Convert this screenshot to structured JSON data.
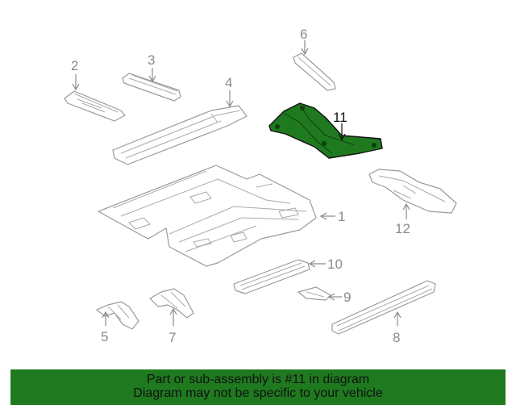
{
  "diagram": {
    "labels": {
      "p1": "1",
      "p2": "2",
      "p3": "3",
      "p4": "4",
      "p5": "5",
      "p6": "6",
      "p7": "7",
      "p8": "8",
      "p9": "9",
      "p10": "10",
      "p11": "11",
      "p12": "12"
    },
    "highlighted_part": "11",
    "highlight_color": "#1f7a1f"
  },
  "banner": {
    "line1": "Part or sub-assembly is #11 in diagram",
    "line2": "Diagram may not be specific to your vehicle",
    "color": "#1f7a1f"
  }
}
